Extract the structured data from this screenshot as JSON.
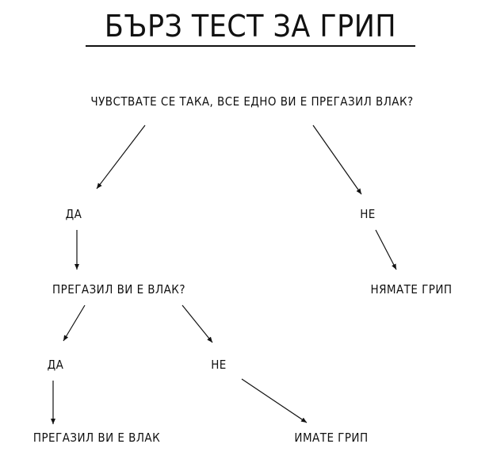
{
  "title": "БЪРЗ ТЕСТ ЗА ГРИП",
  "nodes": {
    "question1": "ЧУВСТВАТЕ СЕ ТАКА, ВСЕ ЕДНО ВИ Е ПРЕГАЗИЛ ВЛАК?",
    "yes1": "ДА",
    "no1": "НЕ",
    "question2": "ПРЕГАЗИЛ ВИ Е ВЛАК?",
    "result_no_flu": "НЯМАТЕ ГРИП",
    "yes2": "ДА",
    "no2": "НЕ",
    "result_hit_by_train": "ПРЕГАЗИЛ ВИ Е ВЛАК",
    "result_flu": "ИМАТЕ ГРИП"
  }
}
